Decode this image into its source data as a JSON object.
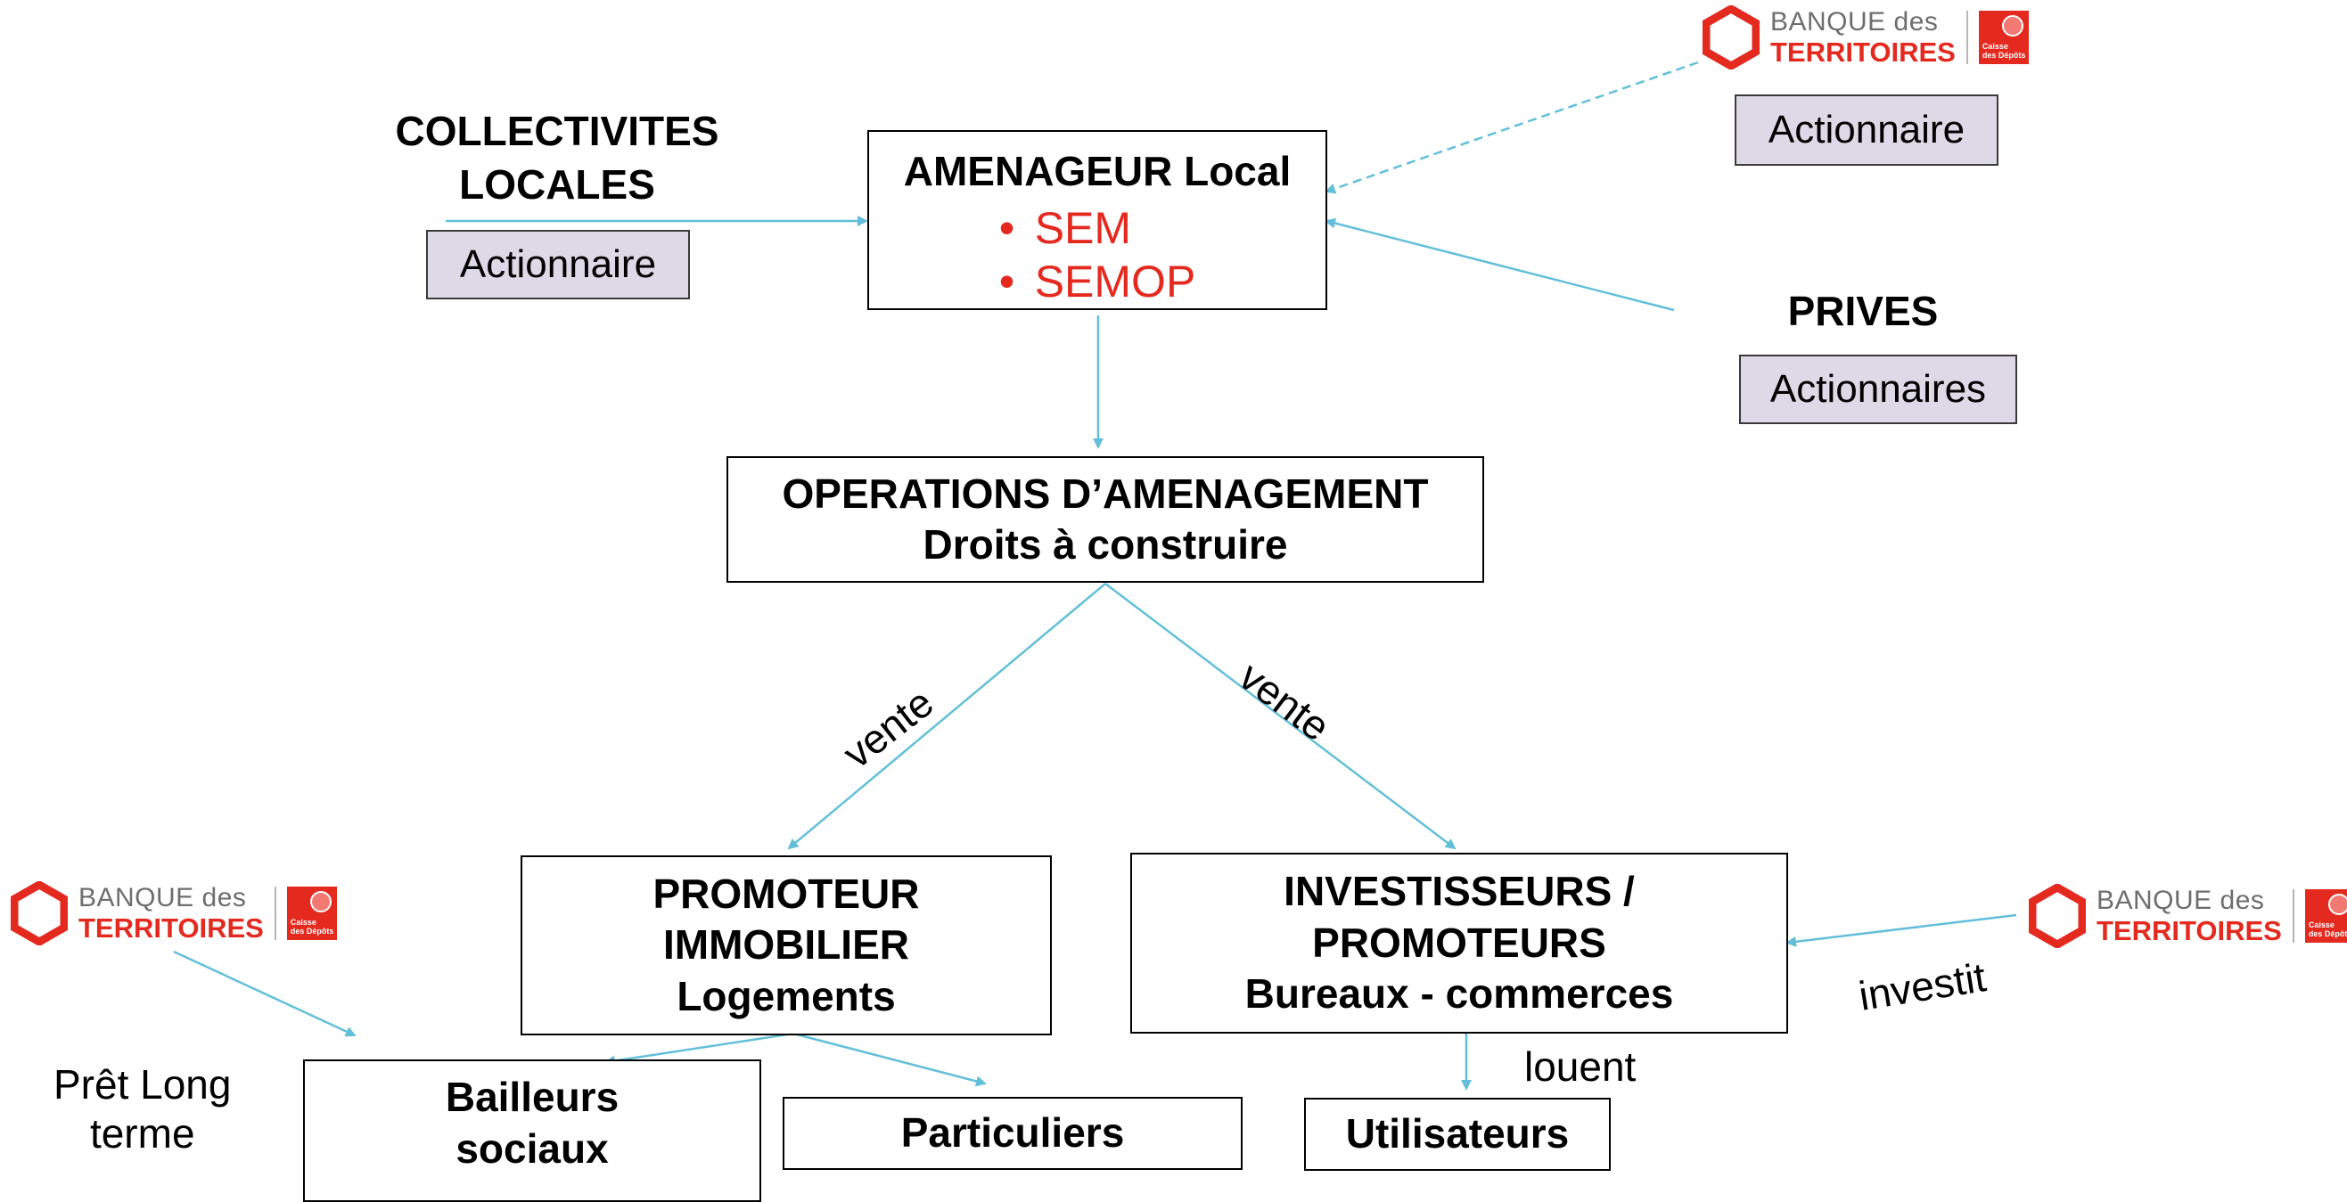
{
  "logo": {
    "line1": "BANQUE des",
    "line2": "TERRITOIRES",
    "cdc_line1": "Caisse",
    "cdc_line2": "des Dépôts"
  },
  "collectivites": {
    "title_line1": "COLLECTIVITES",
    "title_line2": "LOCALES",
    "tag": "Actionnaire"
  },
  "amenageur": {
    "title": "AMENAGEUR Local",
    "items": [
      "SEM",
      "SEMOP"
    ]
  },
  "banque_top": {
    "tag": "Actionnaire"
  },
  "prives": {
    "title": "PRIVES",
    "tag": "Actionnaires"
  },
  "operations": {
    "line1": "OPERATIONS D’AMENAGEMENT",
    "line2": "Droits à construire"
  },
  "labels": {
    "vente_left": "vente",
    "vente_right": "vente",
    "investit": "investit",
    "louent": "louent",
    "pret_line1": "Prêt Long",
    "pret_line2": "terme"
  },
  "promoteur": {
    "line1": "PROMOTEUR",
    "line2": "IMMOBILIER",
    "line3": "Logements"
  },
  "investisseurs": {
    "line1": "INVESTISSEURS /",
    "line2": "PROMOTEURS",
    "line3": "Bureaux - commerces"
  },
  "bailleurs": {
    "line1": "Bailleurs",
    "line2": "sociaux"
  },
  "particuliers": {
    "label": "Particuliers"
  },
  "utilisateurs": {
    "label": "Utilisateurs"
  },
  "colors": {
    "arrow": "#63bfd9",
    "accent_red": "#e42a1f",
    "tag_fill": "#ddd9e6"
  }
}
